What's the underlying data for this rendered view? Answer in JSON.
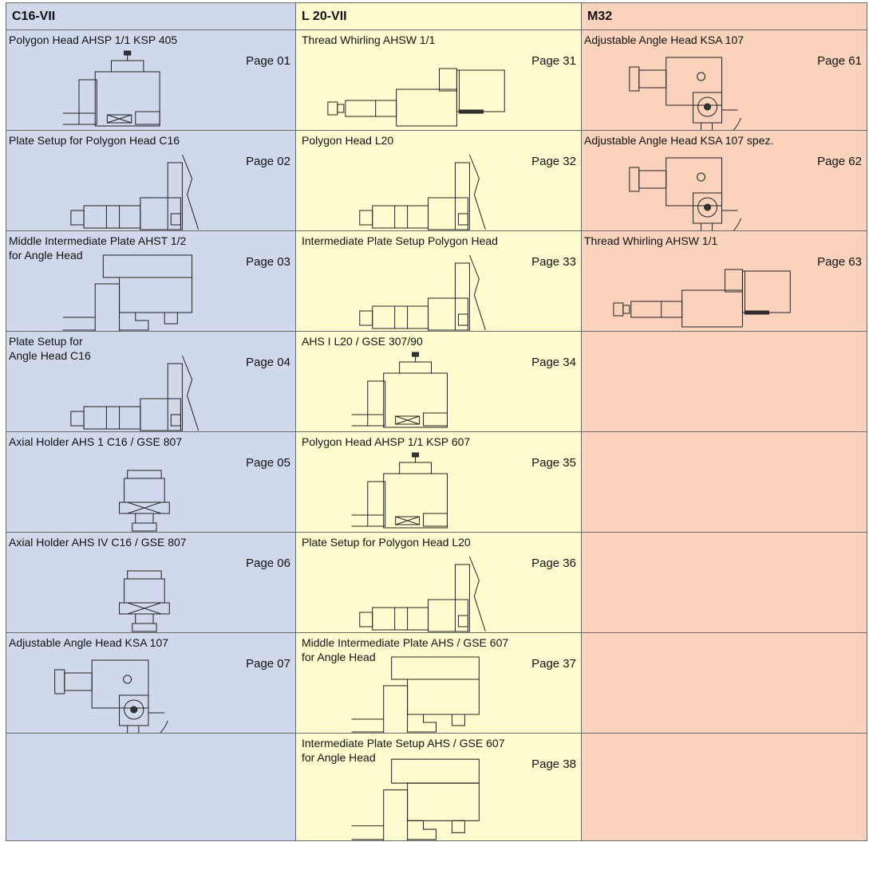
{
  "columns": [
    {
      "id": "c16",
      "header": "C16-VII"
    },
    {
      "id": "l20",
      "header": "L 20-VII"
    },
    {
      "id": "m32",
      "header": "M32"
    }
  ],
  "rows": [
    {
      "c16": {
        "title": "Polygon Head AHSP 1/1 KSP 405",
        "page": "Page 01",
        "drawing": "polygon-head-icon"
      },
      "l20": {
        "title": "Thread Whirling AHSW 1/1",
        "page": "Page 31",
        "drawing": "thread-whirling-icon"
      },
      "m32": {
        "title": "Adjustable Angle Head KSA 107",
        "page": "Page 61",
        "drawing": "adjustable-angle-head-icon"
      }
    },
    {
      "c16": {
        "title": "Plate Setup for Polygon Head C16",
        "page": "Page 02",
        "drawing": "plate-setup-icon"
      },
      "l20": {
        "title": "Polygon Head L20",
        "page": "Page 32",
        "drawing": "plate-setup-icon"
      },
      "m32": {
        "title": "Adjustable Angle Head KSA 107 spez.",
        "page": "Page 62",
        "drawing": "adjustable-angle-head-icon"
      }
    },
    {
      "c16": {
        "title": "Middle Intermediate Plate AHST 1/2\nfor Angle Head",
        "page": "Page 03",
        "drawing": "intermediate-plate-icon"
      },
      "l20": {
        "title": "Intermediate Plate Setup  Polygon Head",
        "page": "Page 33",
        "drawing": "plate-setup-icon"
      },
      "m32": {
        "title": "Thread Whirling AHSW 1/1",
        "page": "Page 63",
        "drawing": "thread-whirling-icon"
      }
    },
    {
      "c16": {
        "title": "Plate Setup for\nAngle Head C16",
        "page": "Page 04",
        "drawing": "plate-setup-icon"
      },
      "l20": {
        "title": "AHS I L20 / GSE 307/90",
        "page": "Page 34",
        "drawing": "polygon-head-icon"
      },
      "m32": null
    },
    {
      "c16": {
        "title": "Axial Holder AHS 1 C16 / GSE 807",
        "page": "Page 05",
        "drawing": "axial-holder-icon"
      },
      "l20": {
        "title": "Polygon Head AHSP 1/1 KSP 607",
        "page": "Page 35",
        "drawing": "polygon-head-icon"
      },
      "m32": null
    },
    {
      "c16": {
        "title": "Axial Holder AHS IV C16 / GSE 807",
        "page": "Page 06",
        "drawing": "axial-holder-icon"
      },
      "l20": {
        "title": "Plate Setup for Polygon Head L20",
        "page": "Page 36",
        "drawing": "plate-setup-icon"
      },
      "m32": null
    },
    {
      "c16": {
        "title": "Adjustable Angle Head KSA 107",
        "page": "Page 07",
        "drawing": "adjustable-angle-head-icon"
      },
      "l20": {
        "title": "Middle Intermediate Plate AHS / GSE 607\nfor Angle Head",
        "page": "Page 37",
        "drawing": "intermediate-plate-icon"
      },
      "m32": null
    },
    {
      "c16": null,
      "l20": {
        "title": "Intermediate Plate Setup AHS / GSE 607\nfor Angle Head",
        "page": "Page 38",
        "drawing": "intermediate-plate-icon"
      },
      "m32": null
    }
  ],
  "colors": {
    "c16": "#d0d8ec",
    "l20": "#fffdd0",
    "m32": "#fbd2bb",
    "grid": "#6a6a6a"
  }
}
